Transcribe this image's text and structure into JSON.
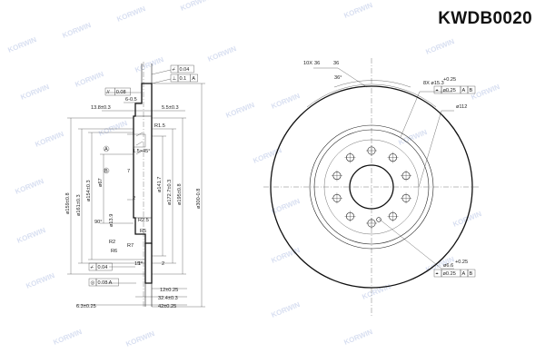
{
  "title": "KWDB0020",
  "watermark": {
    "text": "KORWIN",
    "color": "#b9c6e6"
  },
  "section_view": {
    "radial_dims": [
      {
        "id": "d1",
        "label": "ø159±0.8"
      },
      {
        "id": "d2",
        "label": "ø161±0.3"
      },
      {
        "id": "d3",
        "label": "ø154±0.3"
      },
      {
        "id": "d4",
        "label": "ø67"
      },
      {
        "id": "d5",
        "label": "ø141.7"
      },
      {
        "id": "d6",
        "label": "ø172.7±0.3"
      },
      {
        "id": "d7",
        "label": "ø195±0.8"
      },
      {
        "id": "d8",
        "label": "ø300-0.8"
      }
    ],
    "labels": {
      "top_width": "13.8±0.3",
      "flat_left": "6-0.5",
      "flat_right": "5.5±0.3",
      "r15": "R1.5",
      "r25": "R2.5",
      "r2": "R2",
      "r6": "R6",
      "r7": "R7",
      "r5": "R5",
      "chamfer": "1.5×45°",
      "bottom_12": "12±0.25",
      "bottom_32": "32.4±0.3",
      "bottom_42": "42±0.25",
      "bottom_6": "6.3±0.25",
      "angle_90": "90°",
      "ang_15": "15°",
      "ang_1": "1°",
      "dim_139": "ø13.9",
      "dim_2": "2",
      "ref_A": "A",
      "ref_B": "B",
      "dim_7": "7",
      "dim_2b": "2"
    },
    "tolerance_frames": [
      {
        "id": "t1",
        "cells": [
          "⌿",
          "0.04"
        ]
      },
      {
        "id": "t2",
        "cells": [
          "⊥",
          "0.1",
          "A"
        ]
      },
      {
        "id": "t3",
        "cells": [
          "//",
          "0.08"
        ]
      },
      {
        "id": "t4",
        "cells": [
          "⌿",
          "0.04"
        ]
      },
      {
        "id": "t5",
        "cells": [
          "◎",
          "0.08 A"
        ]
      }
    ]
  },
  "face_view": {
    "top_note": "10X",
    "top_note_box1": "36",
    "top_note_box2": "36",
    "arc_label": "36°",
    "hole_note": "8X ø15.3",
    "hole_note_tol": "+0.25",
    "hole_pos_frame": [
      "⌖",
      "ø0.25",
      "A",
      "B"
    ],
    "pcd": "ø112",
    "small_hole_note": "ø6.6",
    "small_hole_tol": "+0.25",
    "small_pos_frame": [
      "⌖",
      "ø0.25",
      "A",
      "B"
    ]
  }
}
